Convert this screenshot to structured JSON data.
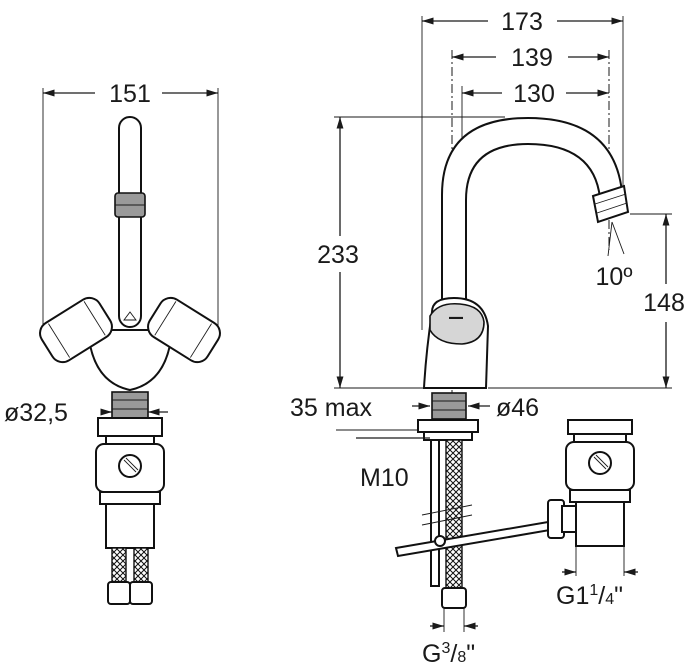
{
  "colors": {
    "line": "#1a1a1a",
    "background": "#ffffff"
  },
  "front_view": {
    "width": "151",
    "connector_diameter": "ø32,5"
  },
  "side_view": {
    "reach_total": "173",
    "reach_mid": "139",
    "reach_inner": "130",
    "height_total": "233",
    "spout_height": "148",
    "spout_angle": "10º",
    "deck_thickness": "35 max",
    "base_diameter": "ø46",
    "rod_thread": "M10",
    "supply_thread_base": "G",
    "supply_thread_num": "3",
    "supply_thread_den": "8",
    "supply_thread_unit": "\"",
    "drain_thread_base": "G1",
    "drain_thread_num": "1",
    "drain_thread_den": "4",
    "drain_thread_unit": "\""
  }
}
